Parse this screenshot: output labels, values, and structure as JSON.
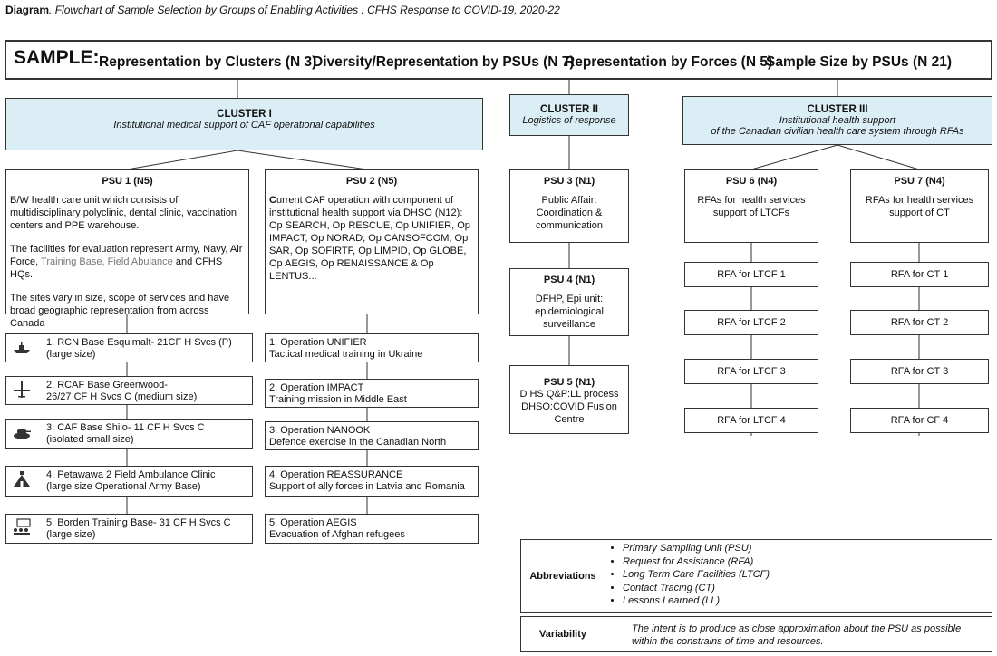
{
  "title": {
    "prefix": "Diagram",
    "text": ". Flowchart of Sample Selection by Groups of Enabling Activities  : CFHS Response to COVID-19, 2020-22"
  },
  "sample": {
    "label": "SAMPLE:",
    "items": [
      "Representation  by Clusters (N 3)",
      "Diversity/Representation by PSUs (N 7)",
      "Representation by Forces (N 5)",
      "Sample Size by PSUs (N 21)"
    ]
  },
  "clusters": [
    {
      "title": "CLUSTER I",
      "subtitle_lines": [
        "Institutional medical support of CAF operational capabilities"
      ]
    },
    {
      "title": "CLUSTER II",
      "subtitle_lines": [
        "Logistics of response"
      ]
    },
    {
      "title": "CLUSTER III",
      "subtitle_lines": [
        "Institutional health support",
        "of the Canadian civilian health care system through RFAs"
      ]
    }
  ],
  "psu1": {
    "title": "PSU 1 (N5)",
    "para1": "B/W health care unit which consists of multidisciplinary polyclinic, dental clinic, vaccination centers and PPE warehouse.",
    "para2_start": "The facilities for evaluation  represent Army, Navy, Air Force,",
    "para2_grey": "Training Base, Field Abulance",
    "para2_end": "and CFHS HQs.",
    "para3": "The sites vary in size, scope of services and  have broad geographic representation from across Canada",
    "bases": [
      {
        "line1": "1. RCN Base Esquimalt- 21CF H Svcs  (P)",
        "line2": "(large size)",
        "icon": "ship-icon"
      },
      {
        "line1": "2. RCAF Base Greenwood-",
        "line2": "26/27 CF H Svcs C (medium size)",
        "icon": "airplane-icon"
      },
      {
        "line1": "3. CAF Base Shilo- 11 CF H Svcs C",
        "line2": "(isolated small size)",
        "icon": "tank-icon"
      },
      {
        "line1": "4. Petawawa  2 Field Ambulance Clinic",
        "line2": "(large size Operational Army Base)",
        "icon": "field-tent-icon"
      },
      {
        "line1": "5. Borden Training Base- 31 CF H Svcs C",
        "line2": "(large size)",
        "icon": "classroom-icon"
      }
    ]
  },
  "psu2": {
    "title": "PSU 2 (N5)",
    "body_first": "C",
    "body": "urrent CAF operation with component of institutional health support via DHSO (N12): Op SEARCH, Op RESCUE, Op UNIFIER, Op IMPACT, Op NORAD, Op CANSOFCOM, Op SAR, Op SOFIRTF, Op LIMPID, Op GLOBE, Op AEGIS, Op RENAISSANCE & Op LENTUS...",
    "operations": [
      {
        "line1": "1. Operation UNIFIER",
        "line2": "Tactical medical training in Ukraine"
      },
      {
        "line1": "2. Operation IMPACT",
        "line2": "Training mission in Middle East"
      },
      {
        "line1": "3. Operation NANOOK",
        "line2": "Defence exercise in the Canadian North"
      },
      {
        "line1": "4. Operation REASSURANCE",
        "line2": "Support of ally forces in Latvia and Romania"
      },
      {
        "line1": "5. Operation AEGIS",
        "line2": "Evacuation of Afghan refugees"
      }
    ]
  },
  "psu3": {
    "title": "PSU 3 (N1)",
    "lines": [
      "Public Affair:",
      "Coordination & communication"
    ]
  },
  "psu4": {
    "title": "PSU 4 (N1)",
    "lines": [
      "DFHP, Epi unit:",
      "epidemiological surveillance"
    ]
  },
  "psu5": {
    "title": "PSU 5 (N1)",
    "lines": [
      "D HS Q&P:LL process",
      "DHSO:COVID Fusion Centre"
    ]
  },
  "psu6": {
    "title": "PSU 6 (N4)",
    "lines": [
      "RFAs for health services",
      "support of LTCFs"
    ],
    "rfas": [
      "RFA for LTCF 1",
      "RFA for LTCF  2",
      "RFA for LTCF  3",
      "RFA for LTCF  4"
    ]
  },
  "psu7": {
    "title": "PSU 7 (N4)",
    "lines": [
      "RFAs for health services",
      "support of CT"
    ],
    "rfas": [
      "RFA for CT 1",
      "RFA for CT 2",
      "RFA for CT 3",
      "RFA for CF 4"
    ]
  },
  "abbreviations": {
    "label": "Abbreviations",
    "items": [
      "Primary Sampling Unit (PSU)",
      "Request for Assistance (RFA)",
      "Long Term Care Facilities (LTCF)",
      "Contact Tracing (CT)",
      "Lessons Learned (LL)"
    ]
  },
  "variability": {
    "label": "Variability",
    "text": "The intent is to produce as close approximation about the PSU as possible within the constrains of time and resources."
  }
}
